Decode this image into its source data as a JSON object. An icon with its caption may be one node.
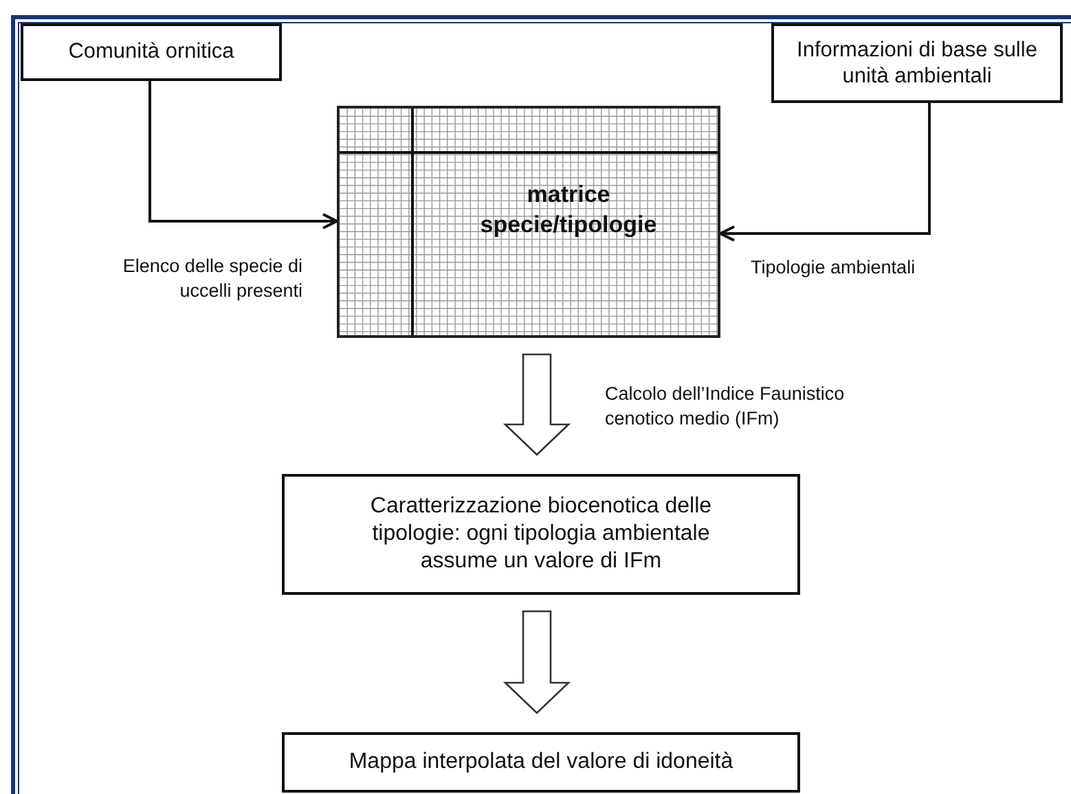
{
  "diagram": {
    "nodes": [
      {
        "text": [
          "Comunità ornitica"
        ]
      },
      {
        "text": [
          "Informazioni di base sulle unità ambientali"
        ]
      },
      {
        "text": [
          "matrice specie/tipologie"
        ]
      },
      {
        "text": [
          "Caratterizzazione biocenotica delle tipologie: ogni tipologia ambientale assume un valore di IFm"
        ]
      },
      {
        "text": [
          "Mappa interpolata del valore di idoneità"
        ]
      }
    ],
    "edges": [
      {
        "from": 0,
        "to": 2,
        "arrow": "to",
        "label": "Elenco delle specie di uccelli presenti"
      },
      {
        "from": 1,
        "to": 2,
        "arrow": "to",
        "label": "Tipologie ambientali"
      },
      {
        "from": 2,
        "to": 3,
        "arrow": "to",
        "style": "thick",
        "label": "Calcolo dell’Indice Faunistico cenotico medio (IFm)"
      },
      {
        "from": 3,
        "to": 4,
        "arrow": "to",
        "style": "thick"
      }
    ]
  }
}
